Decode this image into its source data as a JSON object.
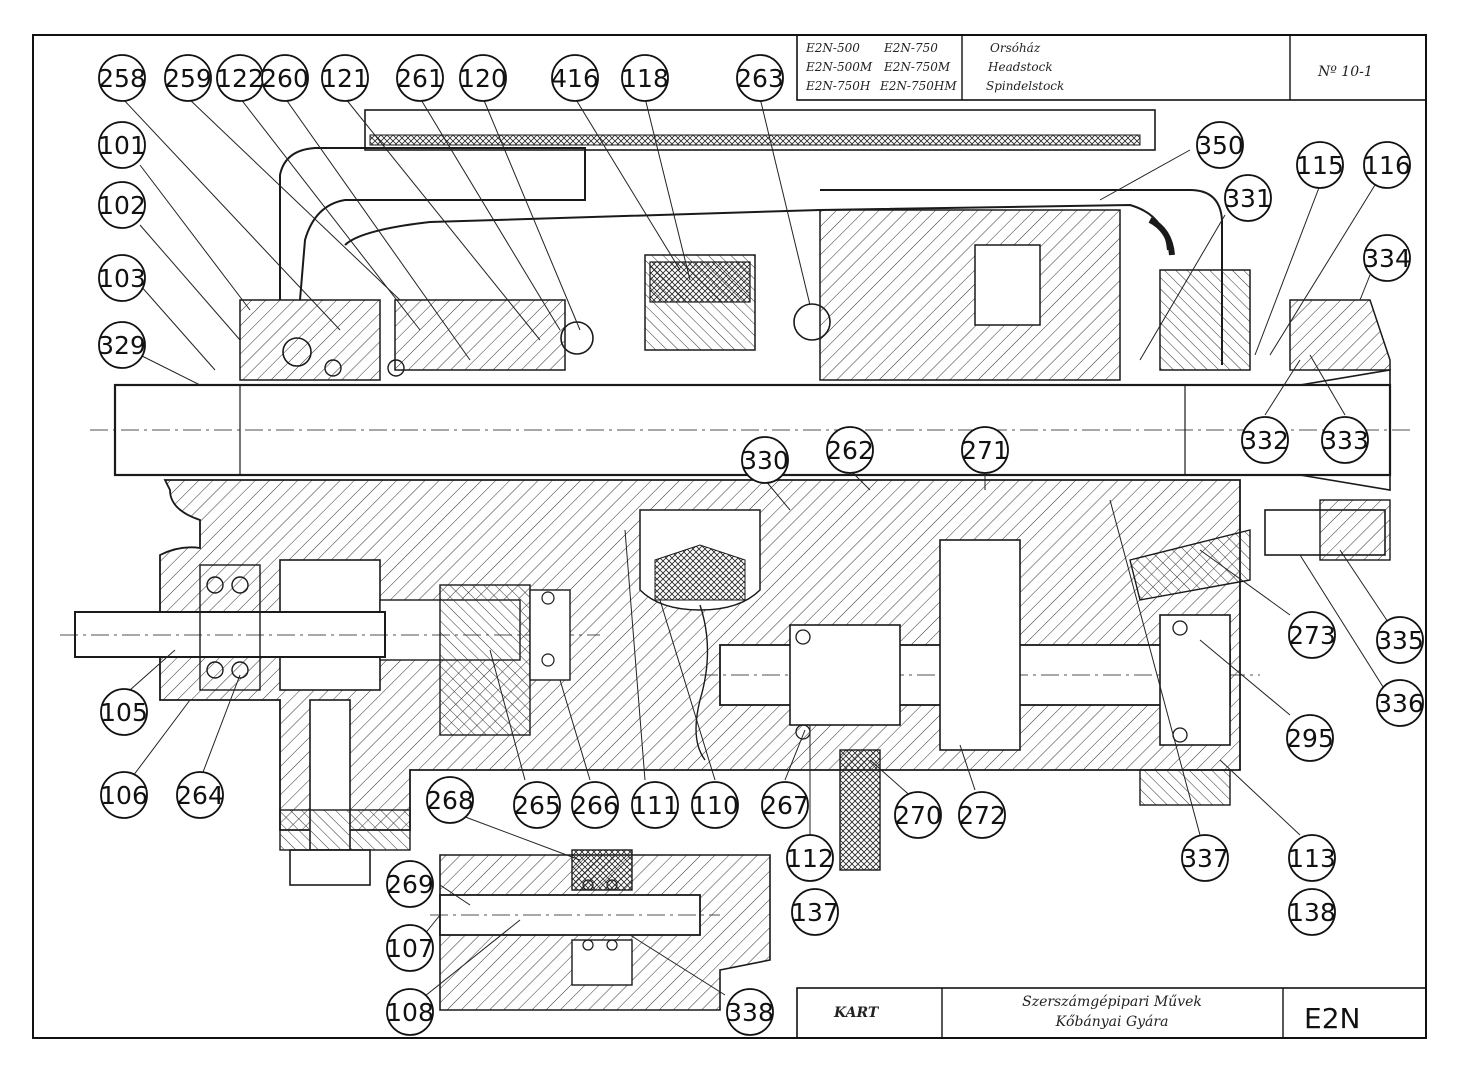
{
  "title_block": {
    "models": [
      "E2N-500",
      "E2N-750",
      "E2N-500M",
      "E2N-750M",
      "E2N-750H",
      "E2N-750HM"
    ],
    "names": [
      "Orsóház",
      "Headstock",
      "Spindelstock"
    ],
    "sheet_number": "Nº 10-1"
  },
  "footer": {
    "maker": "KART",
    "company_line1": "Szerszámgépipari Művek",
    "company_line2": "Kőbányai Gyára",
    "code": "E2N"
  },
  "colors": {
    "ink": "#1a1a1a",
    "paper": "#ffffff"
  },
  "callouts": [
    {
      "label": "258",
      "shape": "circle"
    },
    {
      "label": "259",
      "shape": "circle"
    },
    {
      "label": "122",
      "shape": "circle"
    },
    {
      "label": "260",
      "shape": "circle"
    },
    {
      "label": "121",
      "shape": "circle"
    },
    {
      "label": "261",
      "shape": "circle"
    },
    {
      "label": "120",
      "shape": "circle"
    },
    {
      "label": "416",
      "shape": "circle"
    },
    {
      "label": "118",
      "shape": "circle"
    },
    {
      "label": "263",
      "shape": "circle"
    },
    {
      "label": "101",
      "shape": "circle"
    },
    {
      "label": "102",
      "shape": "circle"
    },
    {
      "label": "103",
      "shape": "circle"
    },
    {
      "label": "329",
      "shape": "circle"
    },
    {
      "label": "350",
      "shape": "circle"
    },
    {
      "label": "331",
      "shape": "circle"
    },
    {
      "label": "115",
      "shape": "circle"
    },
    {
      "label": "116",
      "shape": "circle"
    },
    {
      "label": "334",
      "shape": "circle"
    },
    {
      "label": "332",
      "shape": "circle"
    },
    {
      "label": "333",
      "shape": "circle"
    },
    {
      "label": "330",
      "shape": "circle"
    },
    {
      "label": "262",
      "shape": "circle"
    },
    {
      "label": "271",
      "shape": "circle"
    },
    {
      "label": "273",
      "shape": "circle"
    },
    {
      "label": "335",
      "shape": "circle"
    },
    {
      "label": "336",
      "shape": "circle"
    },
    {
      "label": "295",
      "shape": "circle"
    },
    {
      "label": "105",
      "shape": "circle"
    },
    {
      "label": "106",
      "shape": "circle"
    },
    {
      "label": "264",
      "shape": "circle"
    },
    {
      "label": "268",
      "shape": "circle"
    },
    {
      "label": "265",
      "shape": "circle"
    },
    {
      "label": "266",
      "shape": "circle"
    },
    {
      "label": "111",
      "shape": "circle"
    },
    {
      "label": "110",
      "shape": "circle"
    },
    {
      "label": "267",
      "shape": "circle"
    },
    {
      "label": "270",
      "shape": "circle"
    },
    {
      "label": "272",
      "shape": "circle"
    },
    {
      "label": "112",
      "shape": "circle"
    },
    {
      "label": "137",
      "shape": "circle"
    },
    {
      "label": "337",
      "shape": "circle"
    },
    {
      "label": "113",
      "shape": "circle"
    },
    {
      "label": "138",
      "shape": "circle"
    },
    {
      "label": "269",
      "shape": "circle"
    },
    {
      "label": "107",
      "shape": "circle"
    },
    {
      "label": "108",
      "shape": "circle"
    },
    {
      "label": "338",
      "shape": "circle"
    }
  ]
}
